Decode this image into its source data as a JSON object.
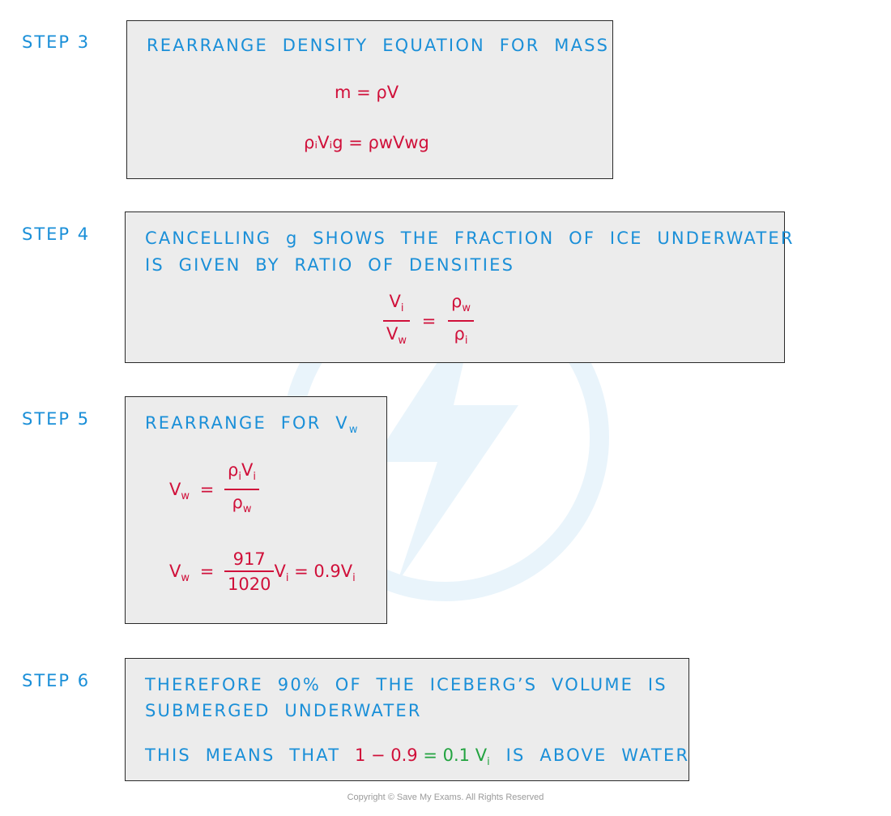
{
  "steps": [
    {
      "label": "STEP 3",
      "text_lines": [
        "REARRANGE  DENSITY  EQUATION  FOR  MASS"
      ],
      "equations": [
        "m = ρV",
        "ρᵢVᵢg = ρwVwg"
      ]
    },
    {
      "label": "STEP 4",
      "text_lines": [
        "CANCELLING  g  SHOWS  THE  FRACTION  OF  ICE  UNDERWATER",
        "IS  GIVEN  BY  RATIO  OF  DENSITIES"
      ],
      "fraction": {
        "lhs_num": "V",
        "lhs_num_sub": "i",
        "lhs_den": "V",
        "lhs_den_sub": "w",
        "rhs_num": "ρ",
        "rhs_num_sub": "w",
        "rhs_den": "ρ",
        "rhs_den_sub": "i",
        "eq": "="
      }
    },
    {
      "label": "STEP 5",
      "text_main": "REARRANGE  FOR  V",
      "text_sub": "w",
      "eq1": {
        "lhs": "V",
        "lhs_sub": "w",
        "eq": "=",
        "num": "ρ",
        "num_sub": "i",
        "num2": "V",
        "num2_sub": "i",
        "den": "ρ",
        "den_sub": "w"
      },
      "eq2": {
        "lhs": "V",
        "lhs_sub": "w",
        "eq": "=",
        "num": "917",
        "den": "1020",
        "after": "V",
        "after_sub": "i",
        "result": " = 0.9V",
        "result_sub": "i"
      }
    },
    {
      "label": "STEP 6",
      "text_lines": [
        "THEREFORE  90%  OF  THE  ICEBERG’S  VOLUME  IS",
        "SUBMERGED  UNDERWATER"
      ],
      "final_prefix": "THIS  MEANS  THAT  ",
      "final_red": "1 − 0.9",
      "final_green": " = 0.1 V",
      "final_green_sub": "i",
      "final_suffix": "  IS  ABOVE  WATER"
    }
  ],
  "copyright": "Copyright © Save My Exams. All Rights Reserved",
  "colors": {
    "blue": "#1a8fd8",
    "red": "#d0103a",
    "green": "#22a340",
    "box_bg": "#ececec"
  }
}
